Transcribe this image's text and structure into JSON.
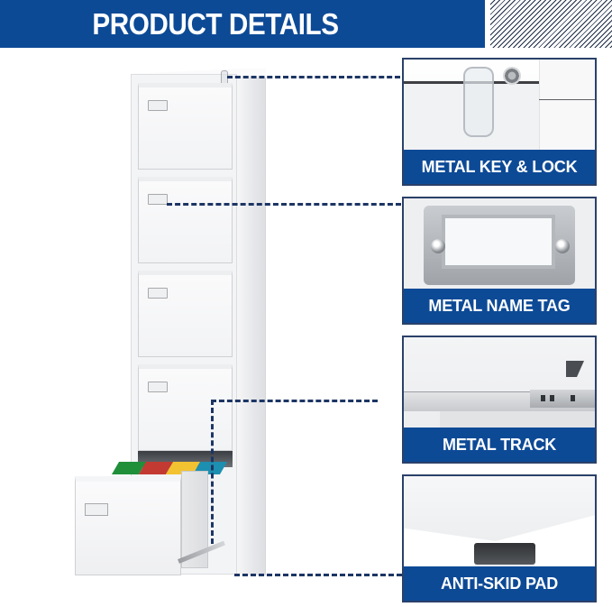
{
  "header": {
    "title": "PRODUCT DETAILS",
    "background_color": "#0d4a96",
    "text_color": "#ffffff"
  },
  "product": {
    "name": "5-drawer vertical file cabinet",
    "color": "white",
    "drawer_count": 5,
    "open_drawer_index": 5,
    "folder_colors": [
      "#1f8f3a",
      "#c23a32",
      "#f2c230",
      "#1d8fb0"
    ]
  },
  "features": [
    {
      "id": "key-lock",
      "caption": "METAL KEY & LOCK"
    },
    {
      "id": "name-tag",
      "caption": "METAL NAME TAG"
    },
    {
      "id": "track",
      "caption": "METAL TRACK"
    },
    {
      "id": "pad",
      "caption": "ANTI-SKID PAD"
    }
  ],
  "colors": {
    "accent_blue": "#0d4a96",
    "connector_dash": "#1c3564",
    "card_border": "#2a4169"
  }
}
